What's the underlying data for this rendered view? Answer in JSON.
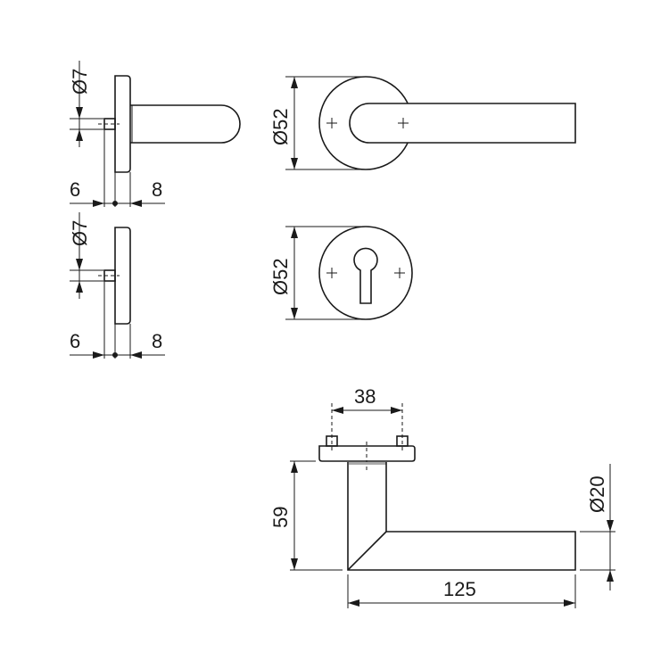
{
  "drawing": {
    "side_view_top": {
      "pin_diameter": "Ø7",
      "left_dim": "6",
      "right_dim": "8"
    },
    "side_view_bottom": {
      "pin_diameter": "Ø7",
      "left_dim": "6",
      "right_dim": "8"
    },
    "front_view_lever_rose": {
      "rose_diameter": "Ø52"
    },
    "front_view_key_escutcheon": {
      "rose_diameter": "Ø52"
    },
    "lever_side_view": {
      "fixing_distance": "38",
      "projection": "59",
      "lever_diameter": "Ø20",
      "lever_length": "125"
    }
  }
}
